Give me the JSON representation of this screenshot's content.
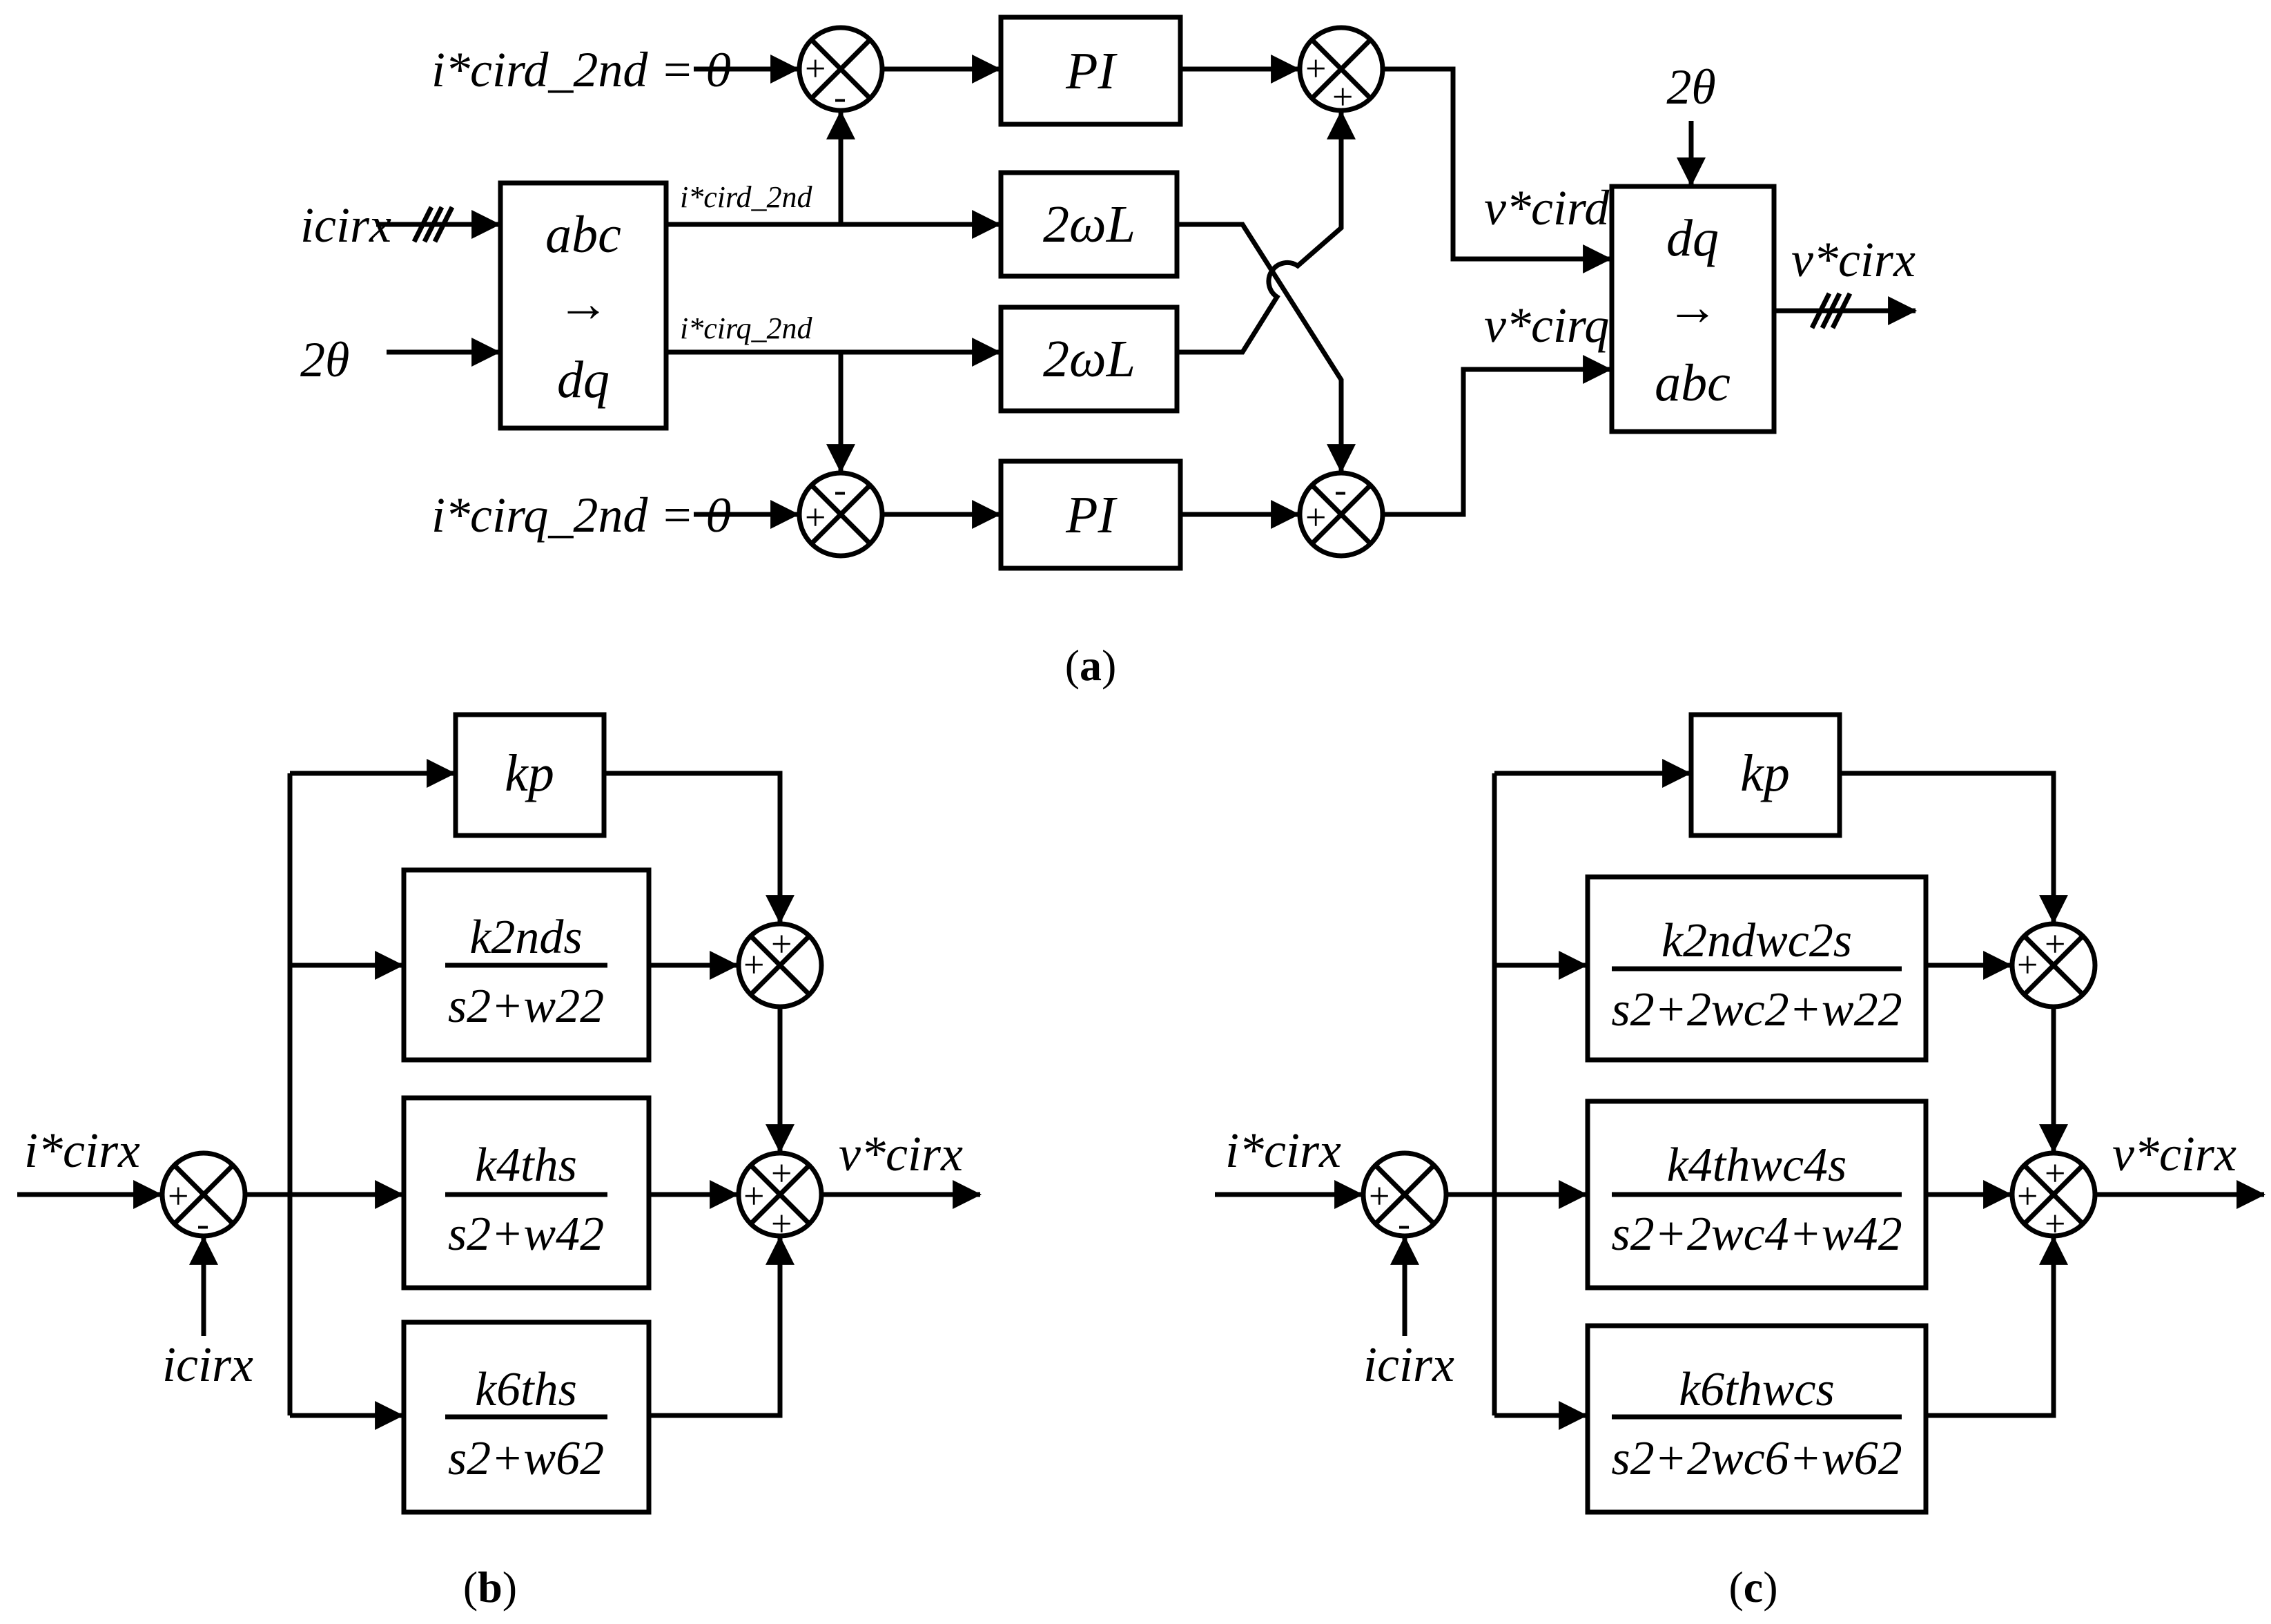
{
  "panel_a": {
    "caption": "a",
    "ref_d": "i*cird_2nd = 0",
    "ref_q": "i*cirq_2nd = 0",
    "in_i": "icirx",
    "in_theta": "2θ",
    "abc_dq": {
      "l1": "abc",
      "l2": "→",
      "l3": "dq"
    },
    "sig_d": "i*cird_2nd",
    "sig_q": "i*cirq_2nd",
    "pi_top": "PI",
    "pi_bot": "PI",
    "wl_top": "2ωL",
    "wl_bot": "2ωL",
    "v_d": "v*cird",
    "v_q": "v*cirq",
    "theta_top": "2θ",
    "dq_abc": {
      "l1": "dq",
      "l2": "→",
      "l3": "abc"
    },
    "out": "v*cirx",
    "signs": {
      "sum1_left": "+",
      "sum1_bottom": "-",
      "sum2_left": "+",
      "sum2_top": "-",
      "sum3_left": "+",
      "sum3_bottom": "+",
      "sum4_left": "+",
      "sum4_top": "-"
    }
  },
  "panel_b": {
    "caption": "b",
    "in_ref": "i*cirx",
    "in_fb": "icirx",
    "kp": "kp",
    "r2": {
      "num": "k2nds",
      "den": "s2+w22"
    },
    "r4": {
      "num": "k4ths",
      "den": "s2+w42"
    },
    "r6": {
      "num": "k6ths",
      "den": "s2+w62"
    },
    "out": "v*cirx",
    "signs": {
      "err_left": "+",
      "err_bottom": "-",
      "s1_top": "+",
      "s1_left": "+",
      "s2_top": "+",
      "s2_left": "+",
      "s2_bottom": "+"
    }
  },
  "panel_c": {
    "caption": "c",
    "in_ref": "i*cirx",
    "in_fb": "icirx",
    "kp": "kp",
    "r2": {
      "num": "k2ndwc2s",
      "den": "s2+2wc2+w22"
    },
    "r4": {
      "num": "k4thwc4s",
      "den": "s2+2wc4+w42"
    },
    "r6": {
      "num": "k6thwcs",
      "den": "s2+2wc6+w62"
    },
    "out": "v*cirx",
    "signs": {
      "err_left": "+",
      "err_bottom": "-",
      "s1_top": "+",
      "s1_left": "+",
      "s2_top": "+",
      "s2_left": "+",
      "s2_bottom": "+"
    }
  }
}
